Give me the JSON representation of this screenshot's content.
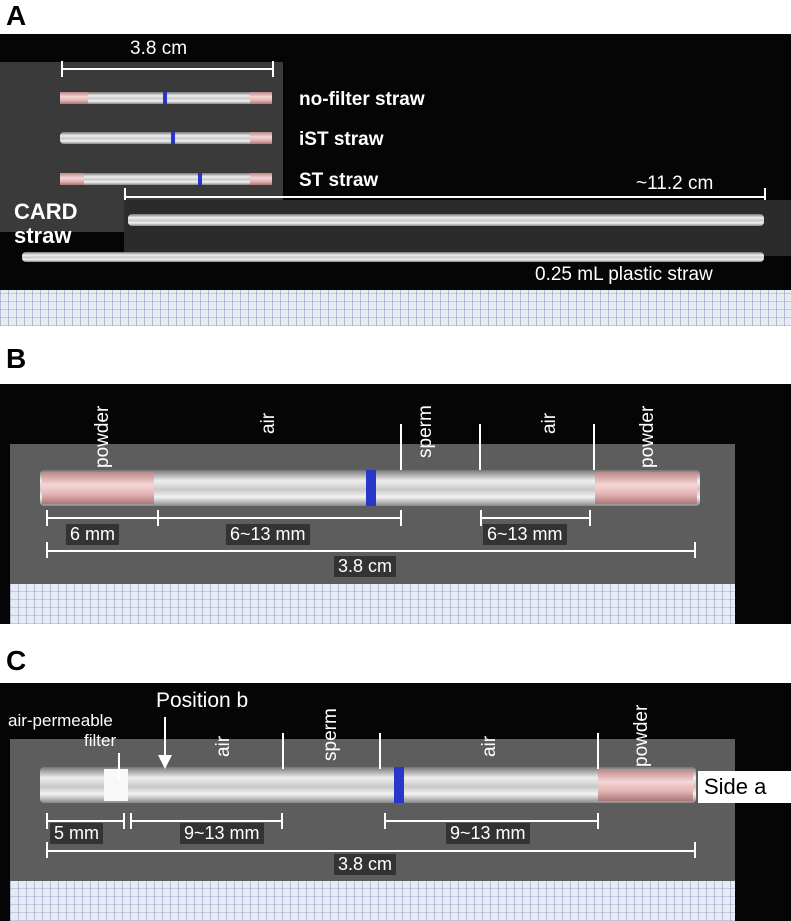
{
  "panels": {
    "a": {
      "letter": "A",
      "length_short": "3.8 cm",
      "labels": [
        "no-filter straw",
        "iST straw",
        "ST straw"
      ],
      "length_card": "~11.2 cm",
      "card_label_line1": "CARD",
      "card_label_line2": "straw",
      "plastic_label": "0.25 mL plastic  straw"
    },
    "b": {
      "letter": "B",
      "segments": [
        "powder",
        "air",
        "sperm",
        "air",
        "powder"
      ],
      "dims": [
        "6 mm",
        "6~13 mm",
        "6~13 mm",
        "3.8 cm"
      ]
    },
    "c": {
      "letter": "C",
      "segments": [
        "air",
        "sperm",
        "air",
        "powder"
      ],
      "filter_label_line1": "air-permeable",
      "filter_label_line2": "filter",
      "position_label": "Position b",
      "side_label": "Side a",
      "dims": [
        "5 mm",
        "9~13 mm",
        "9~13 mm",
        "3.8 cm"
      ]
    }
  },
  "colors": {
    "background": "#050505",
    "band": "#2a35c9",
    "pink_powder": "#f2c8c8"
  }
}
